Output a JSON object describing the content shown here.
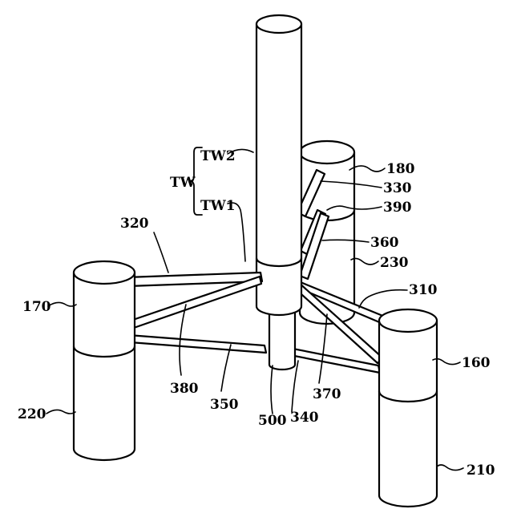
{
  "labels": {
    "tw": "TW",
    "tw2": "TW2",
    "tw1": "TW1",
    "n180": "180",
    "n330": "330",
    "n390": "390",
    "n360": "360",
    "n230": "230",
    "n320": "320",
    "n310": "310",
    "n170": "170",
    "n160": "160",
    "n380": "380",
    "n370": "370",
    "n350": "350",
    "n340": "340",
    "n500": "500",
    "n220": "220",
    "n210": "210"
  }
}
